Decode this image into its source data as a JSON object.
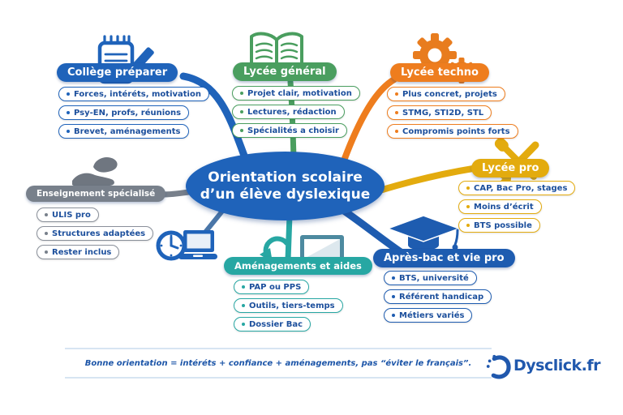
{
  "center": {
    "line1": "Orientation scolaire",
    "line2": "d’un élève dyslexique",
    "color": "#1f63ba"
  },
  "branches": [
    {
      "id": "college",
      "label": "Collège préparer",
      "color": "#1f63ba",
      "icon": "notepad-pencil-icon",
      "items": [
        "Forces, intéréts, motivation",
        "Psy-EN, profs, réunions",
        "Brevet, aménagements"
      ]
    },
    {
      "id": "general",
      "label": "Lycée général",
      "color": "#4a9e5f",
      "icon": "open-book-icon",
      "items": [
        "Projet clair, motivation",
        "Lectures, rédaction",
        "Spécialités a choisir"
      ]
    },
    {
      "id": "techno",
      "label": "Lycée techno",
      "color": "#ee7d1e",
      "icon": "gears-icon",
      "items": [
        "Plus concret, projets",
        "STMG, STI2D, STL",
        "Compromis points forts"
      ]
    },
    {
      "id": "pro",
      "label": "Lycée pro",
      "color": "#e3ab0e",
      "icon": "crossed-tools-icon",
      "items": [
        "CAP, Bac Pro, stages",
        "Moins d’écrit",
        "BTS possible"
      ]
    },
    {
      "id": "specialise",
      "label": "Enseignement spécialisé",
      "color": "#78808b",
      "icon": "giving-hand-icon",
      "items": [
        "ULIS pro",
        "Structures adaptées",
        "Rester inclus"
      ]
    },
    {
      "id": "amenagements",
      "label": "Aménagements et aides",
      "color": "#27a7a3",
      "icon": "laptop-refresh-icon",
      "items": [
        "PAP ou PPS",
        "Outils, tiers-temps",
        "Dossier Bac"
      ]
    },
    {
      "id": "apresbac",
      "label": "Après-bac et vie pro",
      "color": "#1e5cb0",
      "icon": "graduation-cap-icon",
      "items": [
        "BTS, université",
        "Référent handicap",
        "Métiers variés"
      ]
    }
  ],
  "banner": {
    "text": "Bonne orientation = intéréts + confiance + aménagements, pas “éviter le français”."
  },
  "logo": {
    "text": "Dysclick.fr",
    "color": "#2058ad"
  }
}
